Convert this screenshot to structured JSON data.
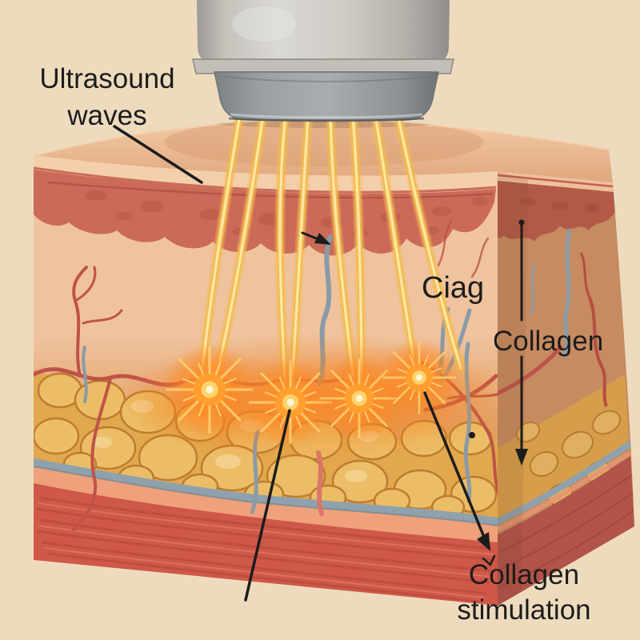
{
  "figure": {
    "background_color": "#eedbbe",
    "text_color": "#1c1c1c",
    "subject": "Ultrasound skin treatment cross-section illustration"
  },
  "labels": {
    "ultrasound_waves": "Ultrasound\nwaves",
    "ciag": "Ciag",
    "collagen": "Collagen",
    "collagen_stimulation": "Collagen\nstimulation"
  },
  "colors": {
    "beam": "#f3bb50",
    "beam_core": "#fdeaa8",
    "glow_mid": "#ff9e2d",
    "glow_core": "#fff3c8",
    "skin_surface": "#e9b892",
    "epidermis": "#f4cfab",
    "dermis": "#cb6a58",
    "side_dermis": "#b25a47",
    "reticular_dermis": "#efc39e",
    "deep_dermis_orange": "#dd8f47",
    "fat": "#e2a84e",
    "fat_lobule": "#ecbd67",
    "fascia": "#8fa1ac",
    "salmon_layer": "#efa17b",
    "muscle": "#cf5848",
    "side_muscle": "#b2544a",
    "vessel": "#bf5348",
    "vessel_pink": "#d9766a",
    "collagen_fiber": "#8a9ba6",
    "transducer_body": "#c6c3bd",
    "transducer_head": "#9aa0a2"
  }
}
